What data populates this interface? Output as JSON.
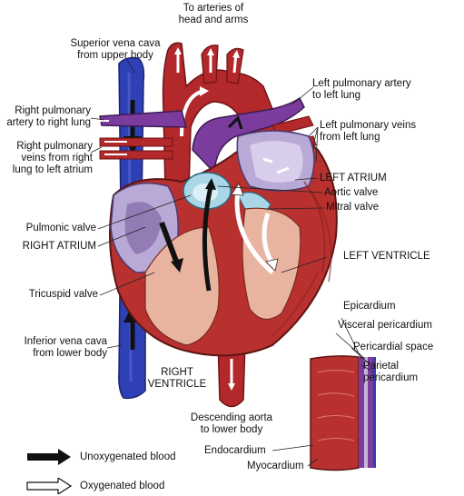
{
  "labels": {
    "to_arteries": "To arteries of\nhead and arms",
    "svc": "Superior vena cava\nfrom upper body",
    "right_pulm_artery": "Right pulmonary\nartery to right lung",
    "right_pulm_veins": "Right pulmonary\nveins from right\nlung to left atrium",
    "pulmonic_valve": "Pulmonic valve",
    "right_atrium": "RIGHT ATRIUM",
    "tricuspid": "Tricuspid valve",
    "ivc": "Inferior vena cava\nfrom lower body",
    "right_ventricle": "RIGHT\nVENTRICLE",
    "desc_aorta": "Descending aorta\nto lower body",
    "left_pulm_artery": "Left pulmonary artery\nto left lung",
    "left_pulm_veins": "Left pulmonary veins\nfrom left lung",
    "left_atrium": "LEFT ATRIUM",
    "aortic_valve": "Aortic valve",
    "mitral_valve": "Mitral valve",
    "left_ventricle": "LEFT VENTRICLE",
    "epicardium": "Epicardium",
    "visceral": "Visceral pericardium",
    "pericardial_space": "Pericardial space",
    "parietal": "Parietal\npericardium",
    "endocardium": "Endocardium",
    "myocardium": "Myocardium"
  },
  "legend": {
    "unoxygenated": "Unoxygenated blood",
    "oxygenated": "Oxygenated blood"
  },
  "colors": {
    "artery_red": "#b3282b",
    "vein_blue": "#2f3fb5",
    "pulmonary_purple": "#7b3c9e",
    "myocardium": "#b8312f",
    "atrium_lining": "#b9a9d6",
    "valve_blue": "#a9d7e8"
  }
}
